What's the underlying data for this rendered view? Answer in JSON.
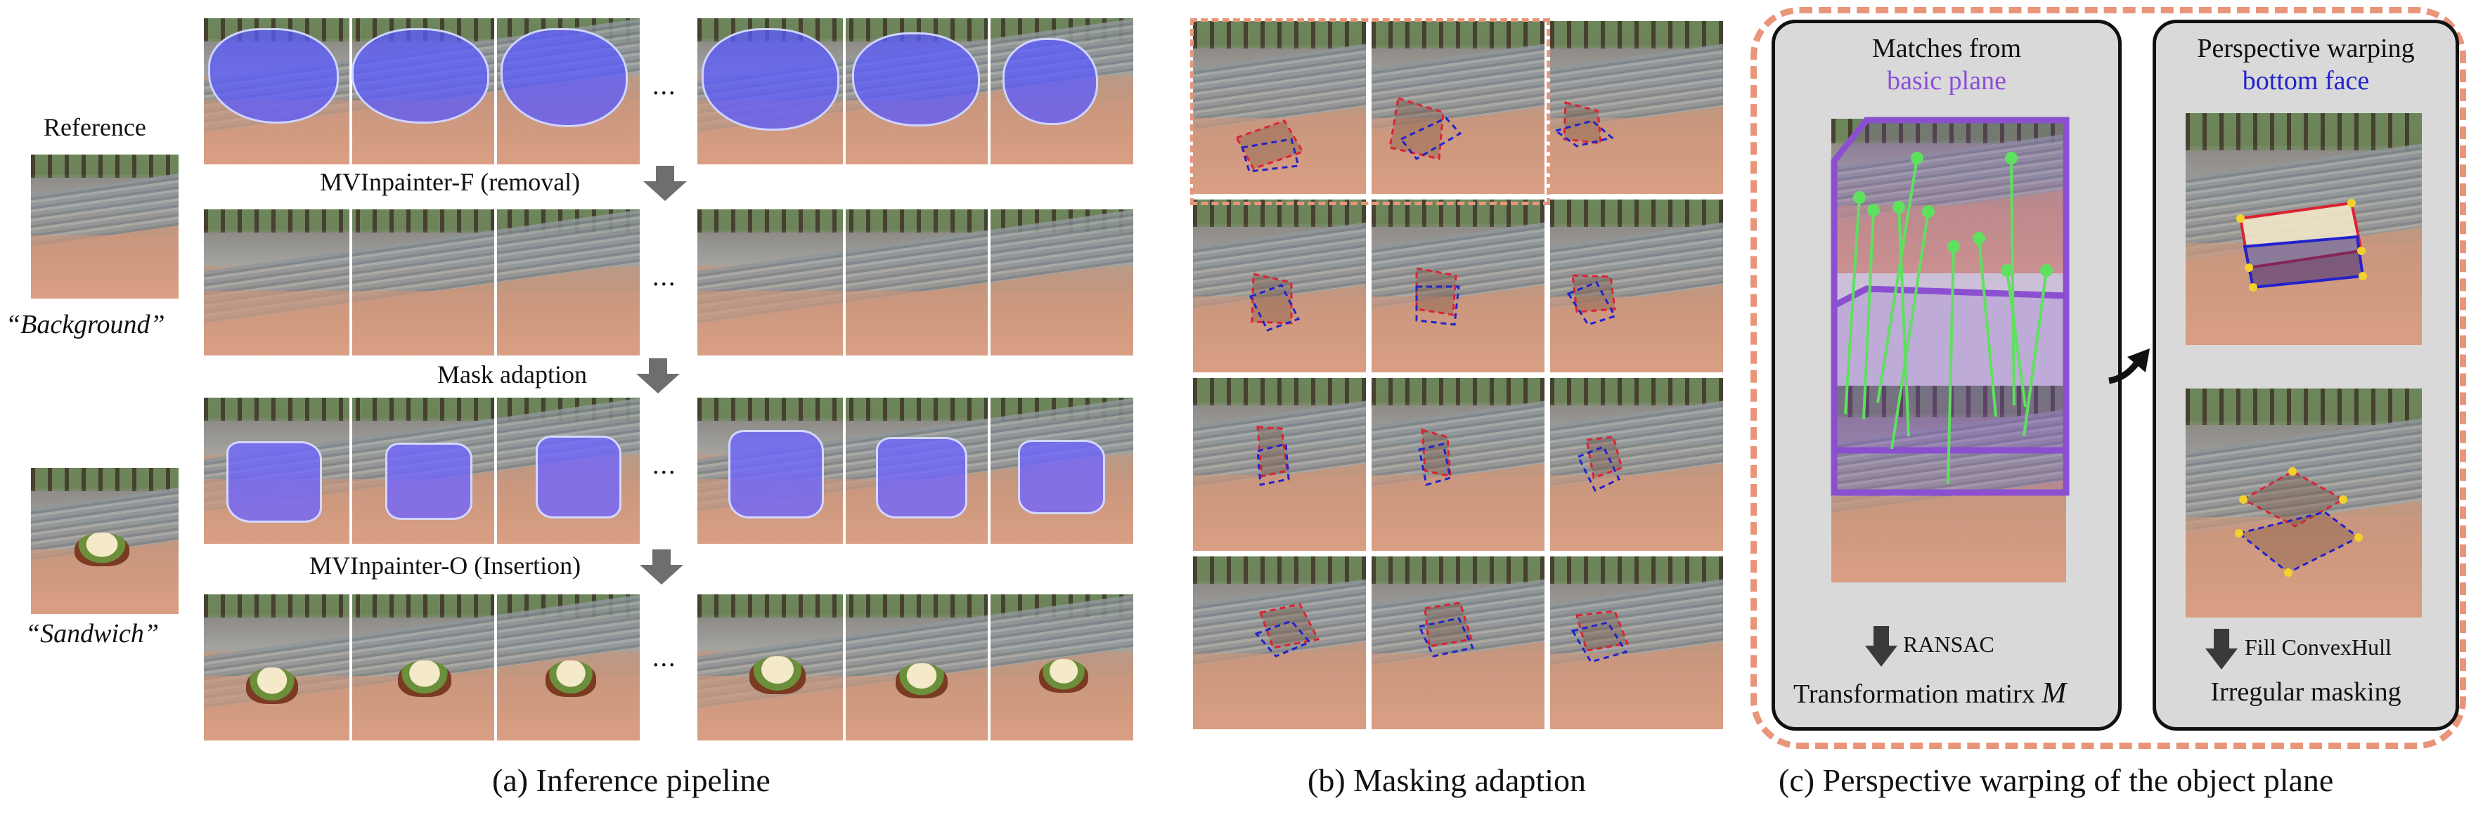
{
  "captions": {
    "a": "(a) Inference pipeline",
    "b": "(b) Masking adaption",
    "c": "(c) Perspective warping of the object plane"
  },
  "pipeline": {
    "reference_label": "Reference",
    "background_label": "“Background”",
    "sandwich_label": "“Sandwich”",
    "step1": "MVInpainter-F (removal)",
    "step2": "Mask adaption",
    "step3": "MVInpainter-O (Insertion)",
    "ellipsis": "..."
  },
  "warping": {
    "left_title_line1": "Matches from",
    "left_title_line2": "basic plane",
    "left_step": "RANSAC",
    "left_result": "Transformation matirx ",
    "left_result_symbol": "M",
    "right_title_line1": "Perspective warping",
    "right_title_line2": "bottom face",
    "right_step": "Fill ConvexHull",
    "right_result": "Irregular masking"
  },
  "colors": {
    "purple_text": "#8a4fd8",
    "blue_text": "#2222cc",
    "dashed_border": "#e8957a",
    "match_lines": "#5fe05f",
    "plane_outline": "#8c4fd0",
    "arrow_gray": "#6e6e6e"
  }
}
